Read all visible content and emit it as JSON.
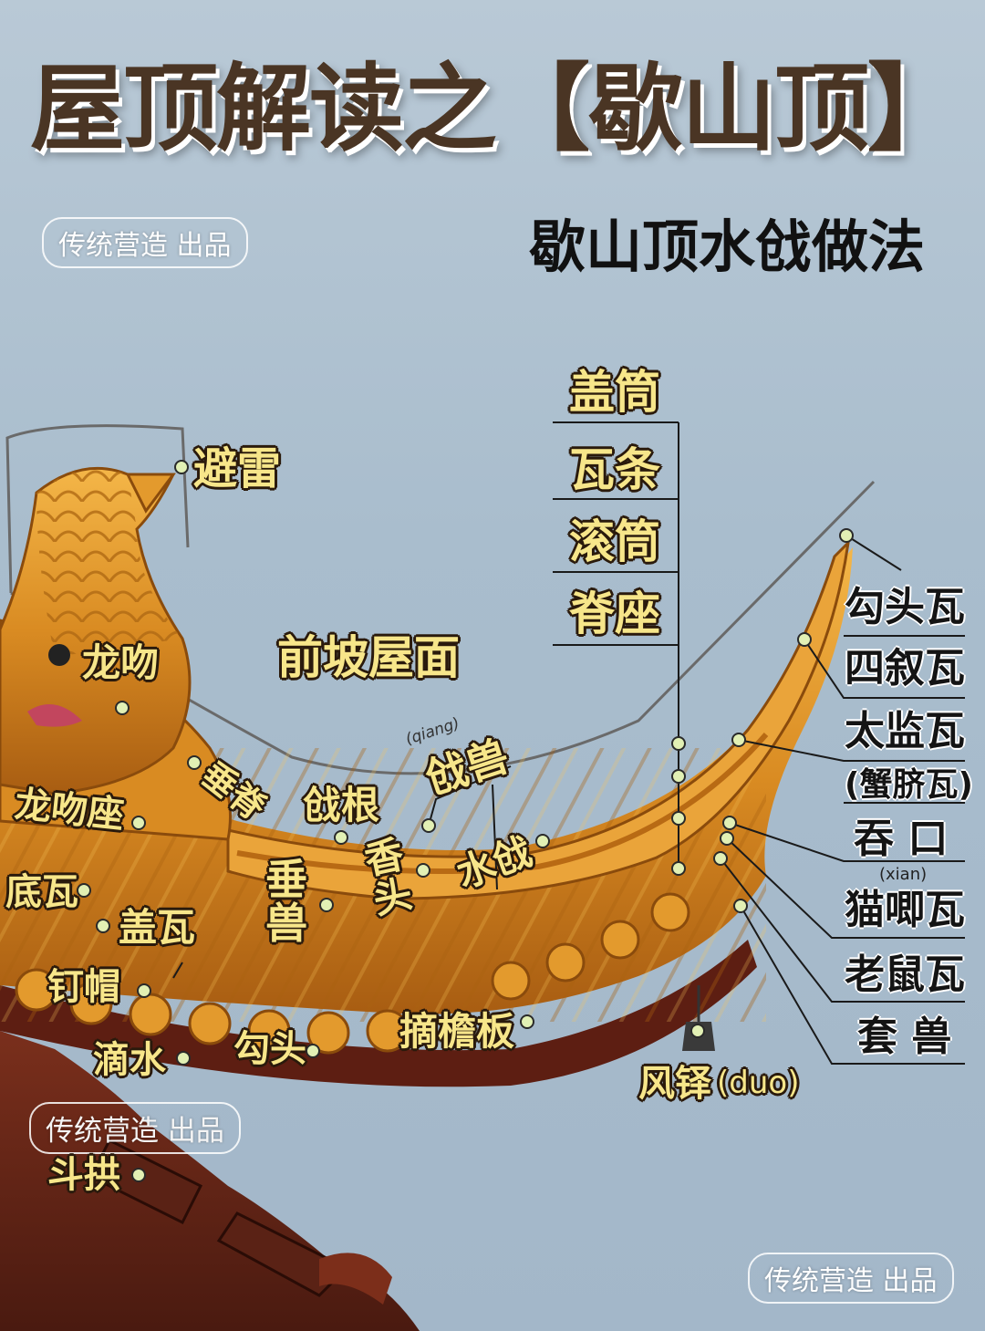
{
  "title": "屋顶解读之【歇山顶】",
  "subtitle": "歇山顶水戗做法",
  "badges": {
    "top": "传统营造 出品",
    "left": "传统营造 出品",
    "bottom": "传统营造 出品"
  },
  "right_labels": [
    "勾头瓦",
    "四叙瓦",
    "太监瓦",
    "(蟹脐瓦)",
    "吞 口",
    "猫唧瓦",
    "老鼠瓦",
    "套 兽"
  ],
  "right_pinyin": "(xian)",
  "center_labels": [
    "盖筒",
    "瓦条",
    "滚筒",
    "脊座"
  ],
  "labels": {
    "bilei": "避雷",
    "longwen": "龙吻",
    "qianpo": "前坡屋面",
    "qiangshou": "戗兽",
    "qiangshou_pinyin": "(qiang)",
    "qianggen": "戗根",
    "chuiji": "垂脊",
    "longwenzuo": "龙吻座",
    "chuishou": "垂兽",
    "xiangtou": "香头",
    "shuiqiang": "水戗",
    "diwa": "底瓦",
    "gaiwa": "盖瓦",
    "dingmao": "钉帽",
    "dishui": "滴水",
    "goutou": "勾头",
    "zhaiyanban": "摘檐板",
    "fengduo": "风铎",
    "fengduo_pinyin": "(duo)",
    "dougong": "斗拱"
  }
}
